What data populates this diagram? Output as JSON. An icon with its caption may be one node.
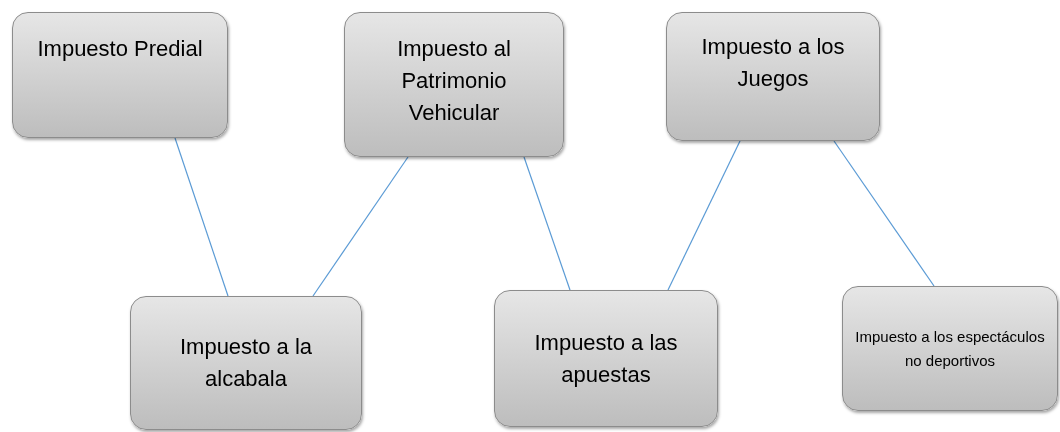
{
  "diagram": {
    "nodes": [
      {
        "text": [
          "Impuesto Predial"
        ]
      },
      {
        "text": [
          "Impuesto al Patrimonio Vehicular"
        ]
      },
      {
        "text": [
          "Impuesto a los Juegos"
        ]
      },
      {
        "text": [
          "Impuesto a la alcabala"
        ]
      },
      {
        "text": [
          "Impuesto a las apuestas"
        ]
      },
      {
        "text": [
          "Impuesto a los espectáculos no deportivos"
        ]
      }
    ],
    "edges": [
      {
        "from": 0,
        "to": 3,
        "arrow": "none"
      },
      {
        "from": 1,
        "to": 3,
        "arrow": "none"
      },
      {
        "from": 1,
        "to": 4,
        "arrow": "none"
      },
      {
        "from": 2,
        "to": 4,
        "arrow": "none"
      },
      {
        "from": 2,
        "to": 5,
        "arrow": "none"
      }
    ]
  }
}
